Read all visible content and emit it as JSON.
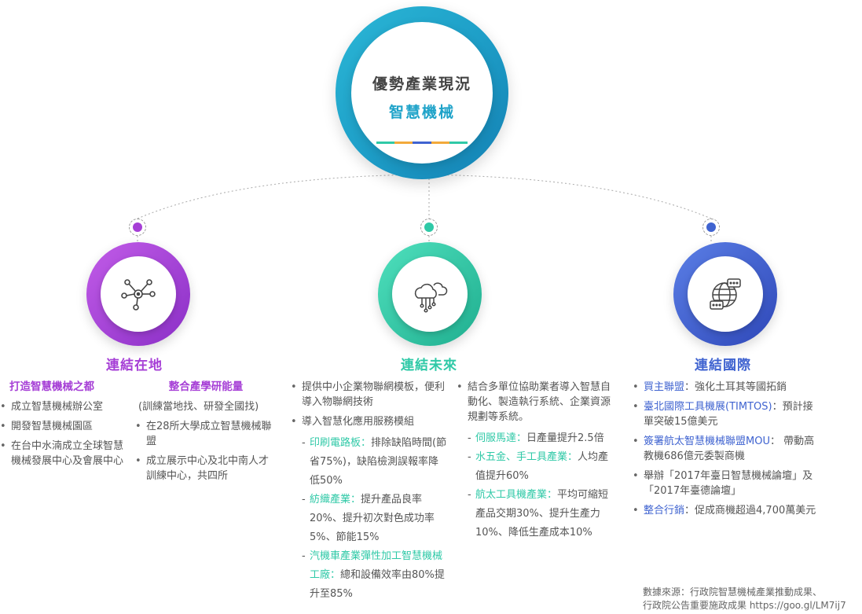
{
  "colors": {
    "hub": "#1fa3c9",
    "purple": "#a63fd6",
    "teal": "#2fc9a7",
    "blue": "#3f63d0",
    "bar": [
      "#2fc9a7",
      "#f2a93b",
      "#3f63d0",
      "#f2a93b",
      "#2fc9a7"
    ]
  },
  "hub": {
    "title": "優勢產業現況",
    "subtitle": "智慧機械"
  },
  "branches": [
    {
      "title": "連結在地",
      "icon": "network-nodes-icon"
    },
    {
      "title": "連結未來",
      "icon": "cloud-circuit-icon"
    },
    {
      "title": "連結國際",
      "icon": "globe-chat-icon"
    }
  ],
  "local": {
    "col1": {
      "head": "打造智慧機械之都",
      "items": [
        "成立智慧機械辦公室",
        "開發智慧機械園區",
        "在台中水湳成立全球智慧機械發展中心及會展中心"
      ]
    },
    "col2": {
      "head": "整合產學研能量",
      "note": "(訓練當地找、研發全國找)",
      "items": [
        "在28所大學成立智慧機械聯盟",
        "成立展示中心及北中南人才訓練中心，共四所"
      ]
    }
  },
  "future": {
    "col1": {
      "items": [
        "提供中小企業物聯網模板，便利導入物聯網技術",
        "導入智慧化應用服務模組"
      ],
      "subs": [
        {
          "label": "印刷電路板：",
          "text": "排除缺陷時間(節省75%)，缺陷檢測誤報率降低50%"
        },
        {
          "label": "紡織產業：",
          "text": "提升產品良率20%、提升初次對色成功率5%、節能15%"
        },
        {
          "label": "汽機車產業彈性加工智慧機械工廠：",
          "text": "總和設備效率由80%提升至85%"
        }
      ]
    },
    "col2": {
      "items": [
        "結合多單位協助業者導入智慧自動化、製造執行系統、企業資源規劃等系統。"
      ],
      "subs": [
        {
          "label": "伺服馬達：",
          "text": "日產量提升2.5倍"
        },
        {
          "label": "水五金、手工具產業：",
          "text": "人均產值提升60%"
        },
        {
          "label": "航太工具機產業：",
          "text": "平均可縮短產品交期30%、提升生產力10%、降低生產成本10%"
        }
      ]
    }
  },
  "intl": {
    "items": [
      {
        "label": "買主聯盟",
        "text": "：強化土耳其等國拓銷"
      },
      {
        "label": "臺北國際工具機展(TIMTOS)",
        "text": "：預計接單突破15億美元"
      },
      {
        "label": "簽署航太智慧機械聯盟MOU",
        "text": "： 帶動高教機686億元委製商機"
      },
      {
        "label": "",
        "text": "舉辦「2017年臺日智慧機械論壇」及「2017年臺德論壇」"
      },
      {
        "label": "整合行銷",
        "text": "：促成商機超過4,700萬美元"
      }
    ]
  },
  "source": {
    "line1": "數據來源：行政院智慧機械產業推動成果、",
    "line2": "行政院公告重要施政成果 https://goo.gl/LM7ij7"
  }
}
